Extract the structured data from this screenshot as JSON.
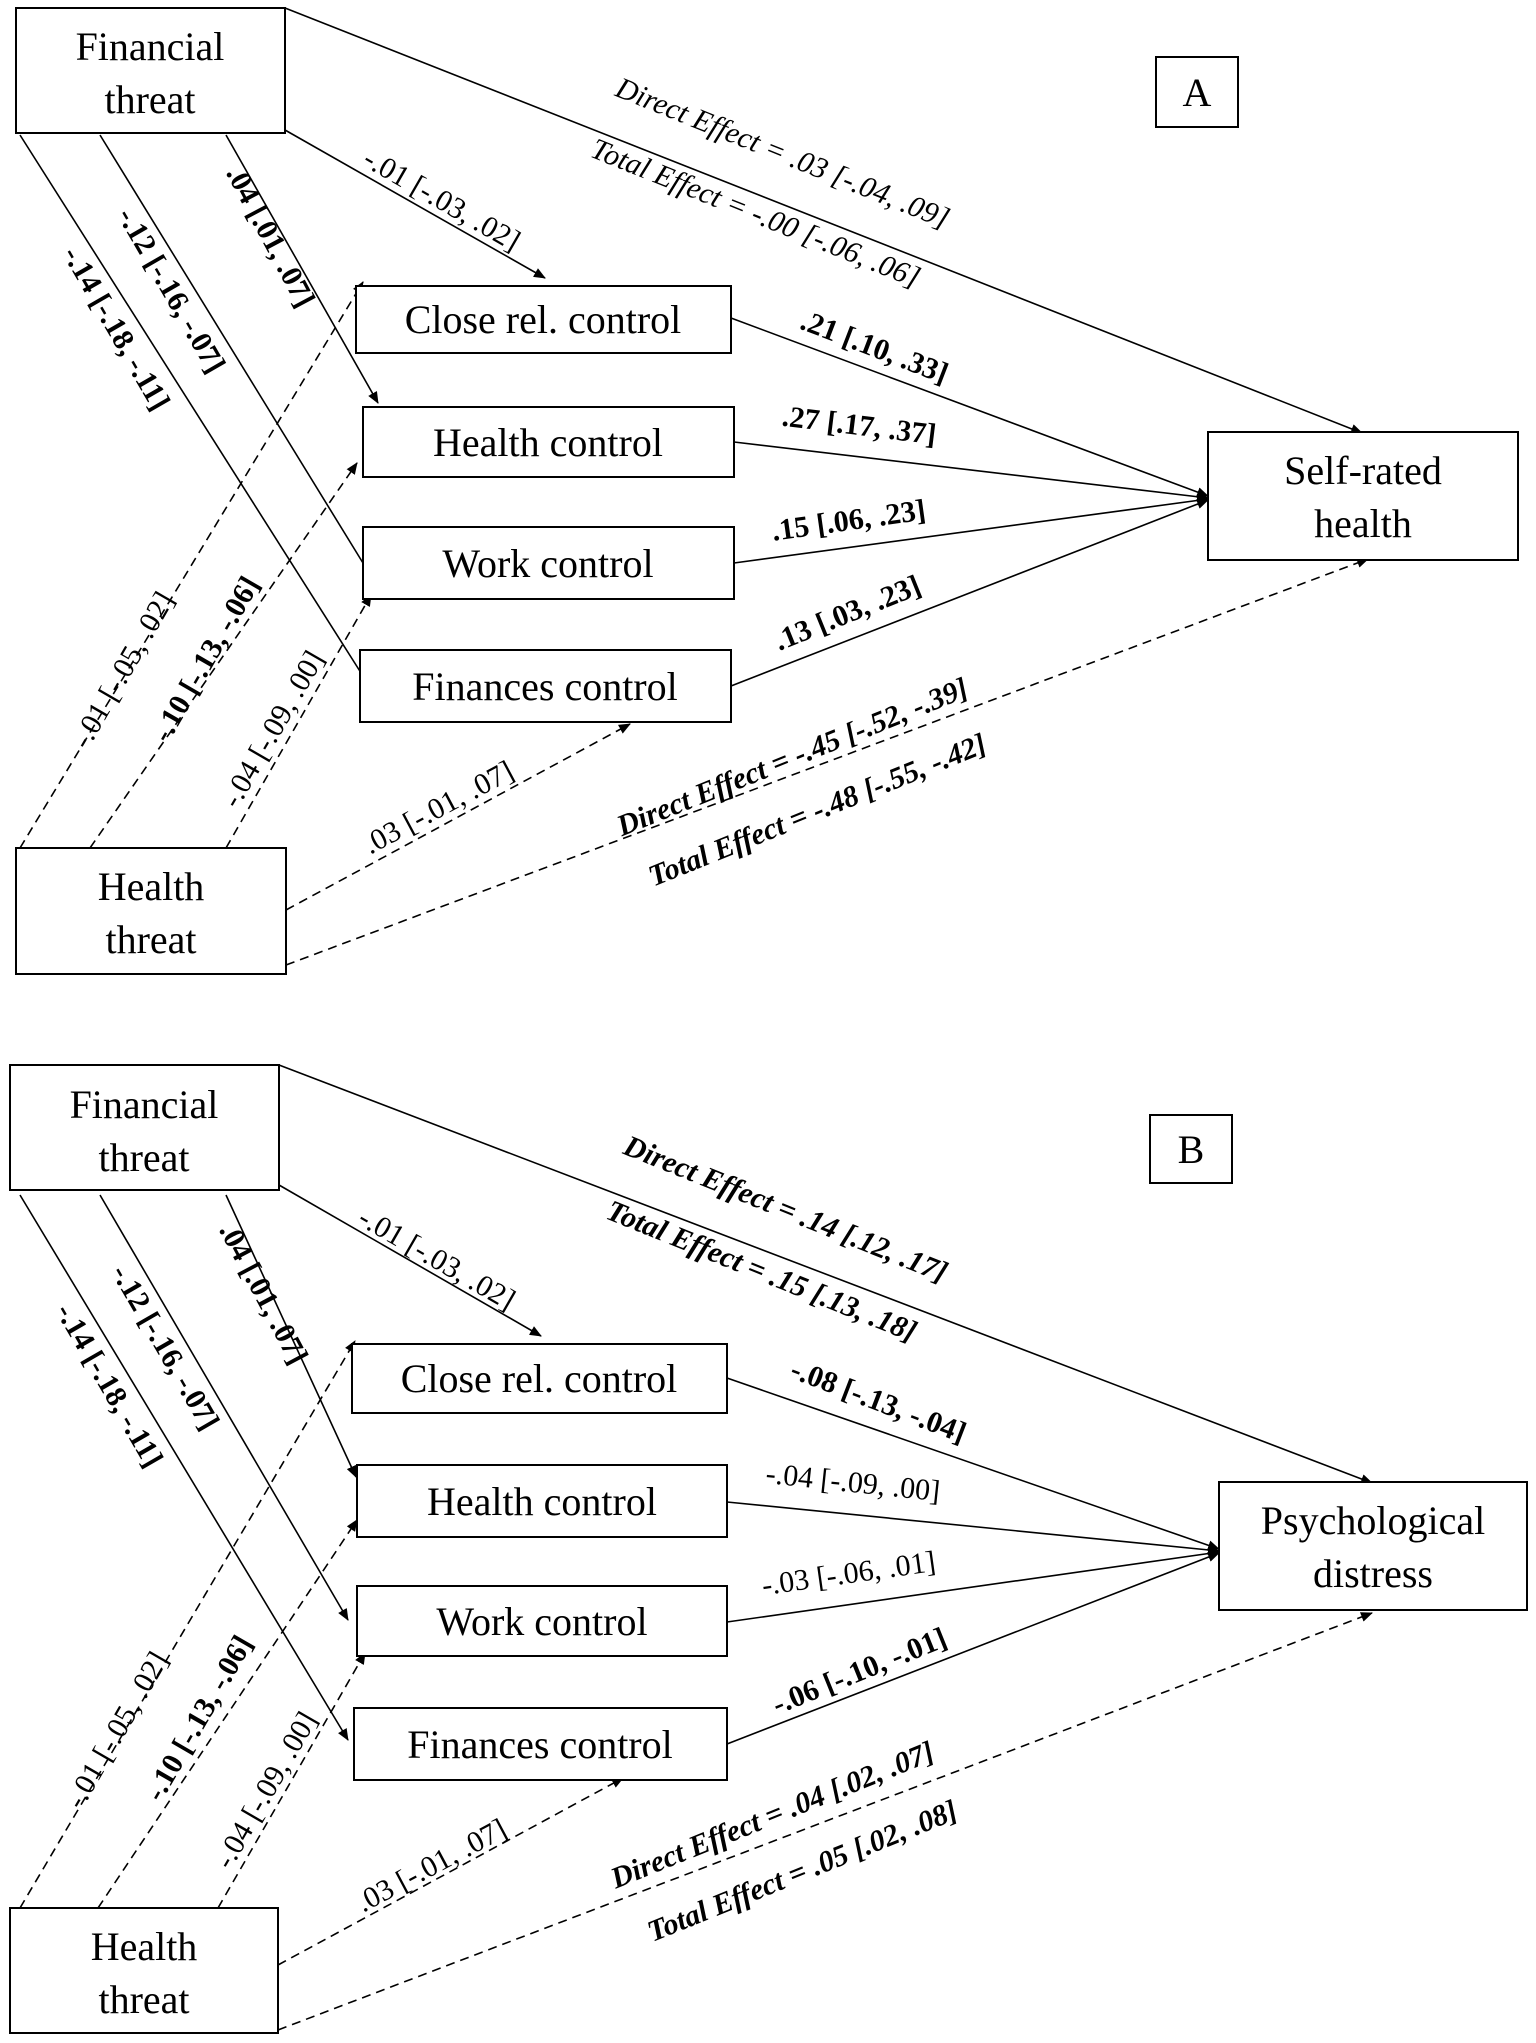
{
  "panels": [
    {
      "panel_label": "A",
      "financial_threat": [
        "Financial",
        "threat"
      ],
      "health_threat": [
        "Health",
        "threat"
      ],
      "mediators": [
        "Close rel. control",
        "Health control",
        "Work control",
        "Finances control"
      ],
      "outcome": [
        "Self-rated",
        "health"
      ],
      "fin_to_mediators": [
        "-.01 [-.03, .02]",
        ".04 [.01, .07]",
        "-.12 [-.16, -.07]",
        "-.14 [-.18, -.11]"
      ],
      "health_to_mediators": [
        "-.01 [-.05, .02]",
        "-.10 [-.13, -.06]",
        "-.04 [-.09, .00]",
        ".03 [-.01, .07]"
      ],
      "mediators_to_outcome": [
        ".21 [.10, .33]",
        ".27 [.17, .37]",
        ".15 [.06, .23]",
        ".13 [.03, .23]"
      ],
      "fin_direct": "Direct Effect = .03 [-.04, .09]",
      "fin_total": "Total Effect = -.00 [-.06, .06]",
      "health_direct": "Direct Effect = -.45 [-.52, -.39]",
      "health_total": "Total Effect = -.48 [-.55, -.42]"
    },
    {
      "panel_label": "B",
      "financial_threat": [
        "Financial",
        "threat"
      ],
      "health_threat": [
        "Health",
        "threat"
      ],
      "mediators": [
        "Close rel. control",
        "Health control",
        "Work control",
        "Finances control"
      ],
      "outcome": [
        "Psychological",
        "distress"
      ],
      "fin_to_mediators": [
        "-.01 [-.03, .02]",
        ".04 [.01, .07]",
        "-.12 [-.16, -.07]",
        "-.14 [-.18, -.11]"
      ],
      "health_to_mediators": [
        "-.01 [-.05, .02]",
        "-.10 [-.13, -.06]",
        "-.04 [-.09, .00]",
        ".03 [-.01, .07]"
      ],
      "mediators_to_outcome": [
        "-.08 [-.13, -.04]",
        "-.04 [-.09, .00]",
        "-.03 [-.06, .01]",
        "-.06 [-.10, -.01]"
      ],
      "fin_direct": "Direct Effect = .14 [.12, .17]",
      "fin_total": "Total Effect = .15 [.13, .18]",
      "health_direct": "Direct Effect = .04 [.02, .07]",
      "health_total": "Total Effect = .05 [.02, .08]"
    }
  ]
}
